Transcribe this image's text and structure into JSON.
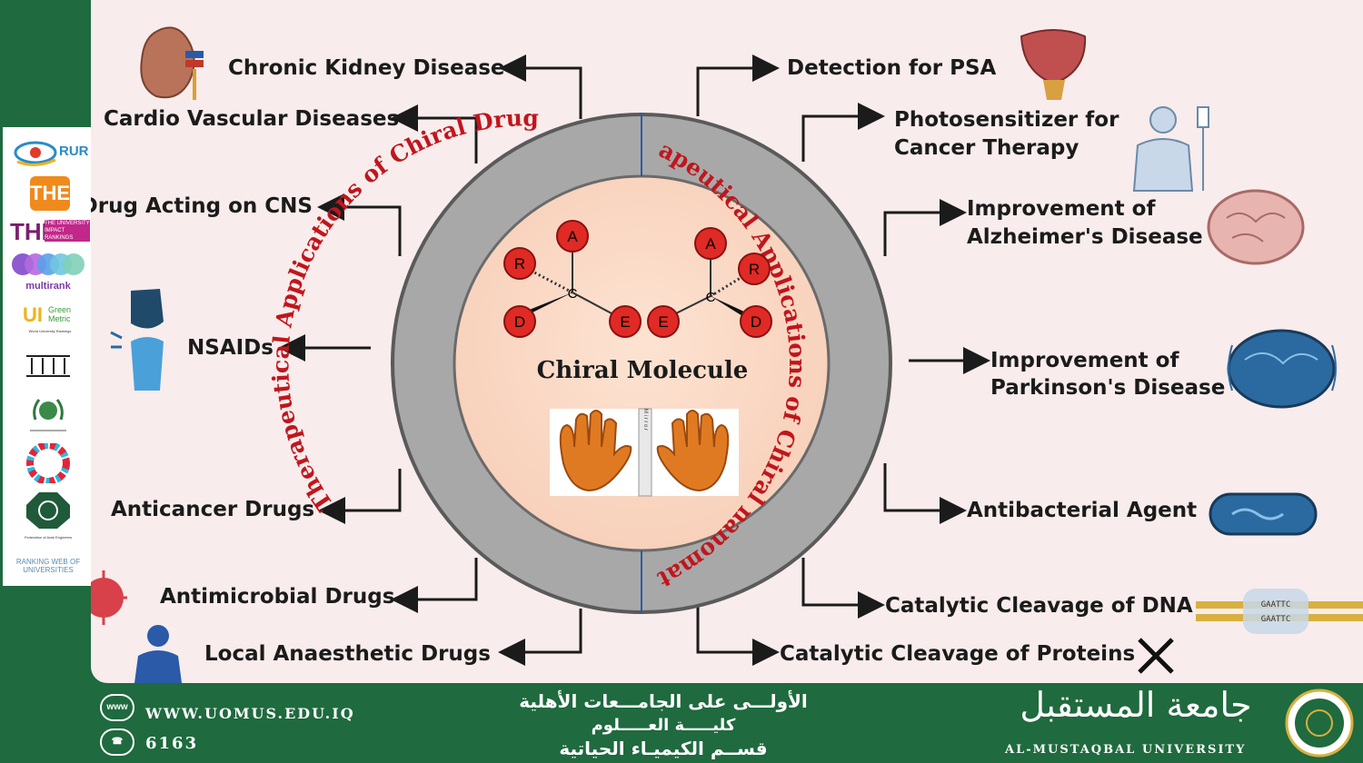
{
  "left_logos": [
    "RUR",
    "THE",
    "THE UNIVERSITY IMPACT RANKINGS",
    "multirank",
    "Green Metric",
    "World University Rankings",
    "Federation of Arab Engineers",
    "RANKING WEB OF UNIVERSITIES"
  ],
  "center": {
    "outer_left": "Therapeutical Applications of Chiral Drug",
    "outer_right": "Therapeutical Applications of Chiral nanomaterial",
    "title": "Chiral Molecule",
    "atoms_left": [
      "A",
      "R",
      "C",
      "D",
      "E"
    ],
    "atoms_right": [
      "A",
      "R",
      "C",
      "D",
      "E"
    ],
    "mirror_text": "M i r r o r"
  },
  "left_items": [
    "Chronic Kidney Disease",
    "Cardio Vascular Diseases",
    "Drug Acting on CNS",
    "NSAIDs",
    "Anticancer Drugs",
    "Antimicrobial Drugs",
    "Local Anaesthetic Drugs"
  ],
  "right_items": [
    "Detection for PSA",
    "Photosensitizer for",
    "Cancer Therapy",
    "Improvement of",
    "Alzheimer's Disease",
    "Improvement of",
    "Parkinson's Disease",
    "Antibacterial Agent",
    "Catalytic Cleavage of DNA",
    "Catalytic Cleavage of Proteins"
  ],
  "dna_seq": [
    "GAATTC",
    "GAATTC"
  ],
  "footer": {
    "website": "WWW.UOMUS.EDU.IQ",
    "phone": "6163",
    "ar_line1": "الأولـــى على الجامـــعات الأهلية",
    "ar_line2": "كليـــــة العـــــلوم",
    "ar_line3": "قســم الكيميـاء الحياتية",
    "uni_ar": "جامعة المستقبل",
    "uni_en": "AL-MUSTAQBAL UNIVERSITY",
    "icon_web": "www"
  },
  "colors": {
    "green": "#1f6a3e",
    "ring": "#a8a8a8",
    "ring_text": "#c0161d",
    "atom": "#e02a25",
    "hand": "#e07a22"
  }
}
